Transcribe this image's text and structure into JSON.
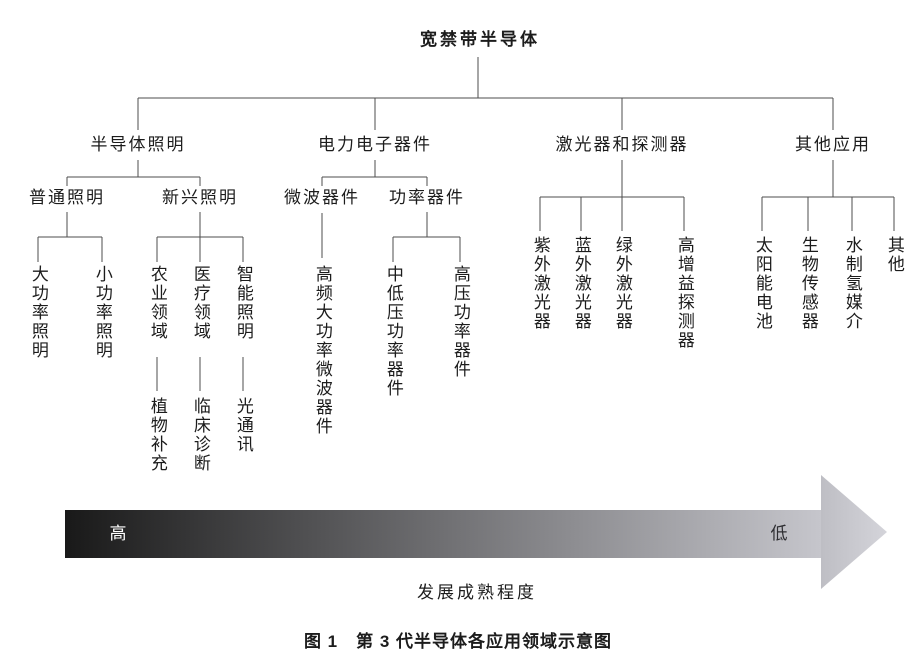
{
  "tree": {
    "label": "宽禁带半导体",
    "children": [
      {
        "label": "半导体照明",
        "children": [
          {
            "label": "普通照明",
            "children": [
              {
                "label": "大功率照明"
              },
              {
                "label": "小功率照明"
              }
            ]
          },
          {
            "label": "新兴照明",
            "children": [
              {
                "label": "农业领域",
                "children": [
                  {
                    "label": "植物补充"
                  }
                ]
              },
              {
                "label": "医疗领域",
                "children": [
                  {
                    "label": "临床诊断"
                  }
                ]
              },
              {
                "label": "智能照明",
                "children": [
                  {
                    "label": "光通讯"
                  }
                ]
              }
            ]
          }
        ]
      },
      {
        "label": "电力电子器件",
        "children": [
          {
            "label": "微波器件",
            "children": [
              {
                "label": "高频大功率微波器件"
              }
            ]
          },
          {
            "label": "功率器件",
            "children": [
              {
                "label": "中低压功率器件"
              },
              {
                "label": "高压功率器件"
              }
            ]
          }
        ]
      },
      {
        "label": "激光器和探测器",
        "children": [
          {
            "label": "紫外激光器"
          },
          {
            "label": "蓝外激光器"
          },
          {
            "label": "绿外激光器"
          },
          {
            "label": "高增益探测器"
          }
        ]
      },
      {
        "label": "其他应用",
        "children": [
          {
            "label": "太阳能电池"
          },
          {
            "label": "生物传感器"
          },
          {
            "label": "水制氢媒介"
          },
          {
            "label": "其他"
          }
        ]
      }
    ]
  },
  "maturity_axis": {
    "left_label": "高",
    "right_label": "低",
    "title": "发展成熟程度"
  },
  "caption": "图 1　第 3 代半导体各应用领域示意图",
  "colors": {
    "line": "#4d4d4d",
    "text": "#1c1c1c",
    "arrow_gradient_start": "#191919",
    "arrow_gradient_end": "#c6c6cc"
  }
}
